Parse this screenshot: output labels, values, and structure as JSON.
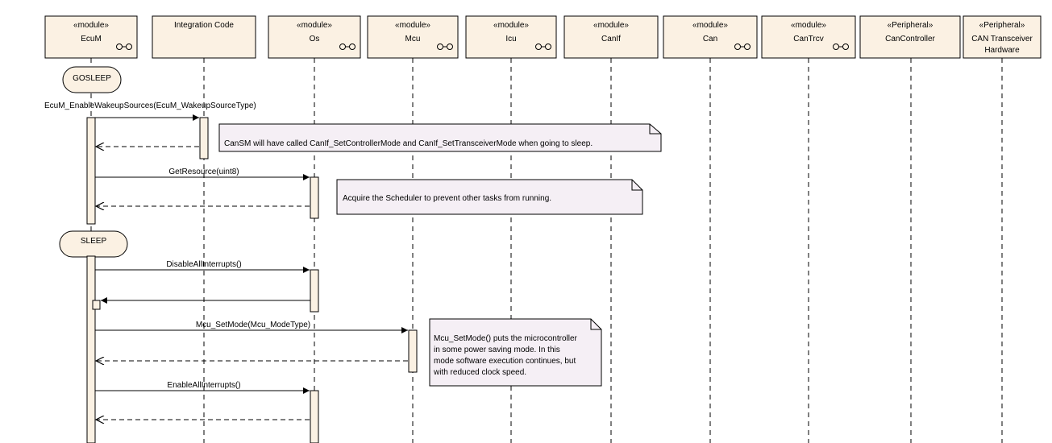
{
  "lifelines": [
    {
      "stereotype": "«module»",
      "name": "EcuM",
      "icon": "component-icon"
    },
    {
      "stereotype": "",
      "name": "Integration Code",
      "icon": ""
    },
    {
      "stereotype": "«module»",
      "name": "Os",
      "icon": "component-icon"
    },
    {
      "stereotype": "«module»",
      "name": "Mcu",
      "icon": "component-icon"
    },
    {
      "stereotype": "«module»",
      "name": "Icu",
      "icon": "component-icon"
    },
    {
      "stereotype": "«module»",
      "name": "CanIf",
      "icon": ""
    },
    {
      "stereotype": "«module»",
      "name": "Can",
      "icon": "component-icon"
    },
    {
      "stereotype": "«module»",
      "name": "CanTrcv",
      "icon": "component-icon"
    },
    {
      "stereotype": "«Peripheral»",
      "name": "CanController",
      "icon": ""
    },
    {
      "stereotype": "«Peripheral»",
      "name": "CAN Transceiver",
      "name2": "Hardware",
      "icon": ""
    }
  ],
  "states": [
    "GOSLEEP",
    "SLEEP"
  ],
  "messages": [
    "EcuM_EnableWakeupSources(EcuM_WakeupSourceType)",
    "GetResource(uint8)",
    "DisableAllInterrupts()",
    "Mcu_SetMode(Mcu_ModeType)",
    "EnableAllInterrupts()"
  ],
  "notes": [
    [
      "CanSM will have called CanIf_SetControllerMode and CanIf_SetTransceiverMode when going to sleep."
    ],
    [
      "Acquire the Scheduler to prevent other tasks from running."
    ],
    [
      "Mcu_SetMode() puts the microcontroller",
      "in some power saving mode. In this",
      "mode software execution continues, but",
      "with reduced clock speed."
    ]
  ],
  "colors": {
    "box_fill": "#fbf1e3",
    "note_fill": "#f5eff5",
    "line": "#000000"
  }
}
